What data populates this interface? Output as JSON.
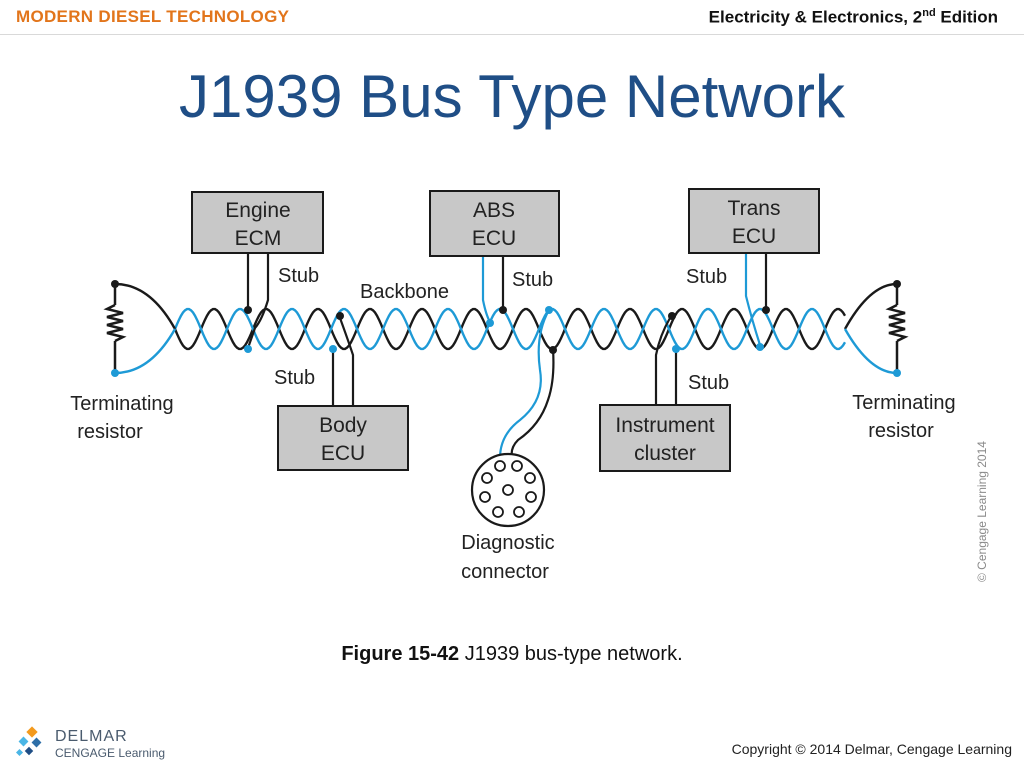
{
  "header": {
    "left": "MODERN DIESEL TECHNOLOGY",
    "right_main": "Electricity & Electronics, 2",
    "right_sup": "nd",
    "right_tail": " Edition"
  },
  "title": "J1939 Bus Type Network",
  "diagram": {
    "modules": {
      "engine_ecm": [
        "Engine",
        "ECM"
      ],
      "abs_ecu": [
        "ABS",
        "ECU"
      ],
      "trans_ecu": [
        "Trans",
        "ECU"
      ],
      "body_ecu": [
        "Body",
        "ECU"
      ],
      "instrument_cluster": [
        "Instrument",
        "cluster"
      ]
    },
    "labels": {
      "backbone": "Backbone",
      "stub": "Stub",
      "terminating_resistor": [
        "Terminating",
        "resistor"
      ],
      "diagnostic_connector": [
        "Diagnostic",
        "connector"
      ],
      "vertical_copyright": "© Cengage Learning 2014"
    },
    "colors": {
      "black_wire": "#1a1a1a",
      "blue_wire": "#1e9ad6",
      "module_fill": "#c8c8c8"
    }
  },
  "caption": {
    "figure": "Figure 15-42",
    "text": " J1939 bus-type network."
  },
  "footer": {
    "copyright": "Copyright © 2014 Delmar, Cengage Learning",
    "logo_name": "DELMAR",
    "logo_sub": "CENGAGE Learning"
  }
}
